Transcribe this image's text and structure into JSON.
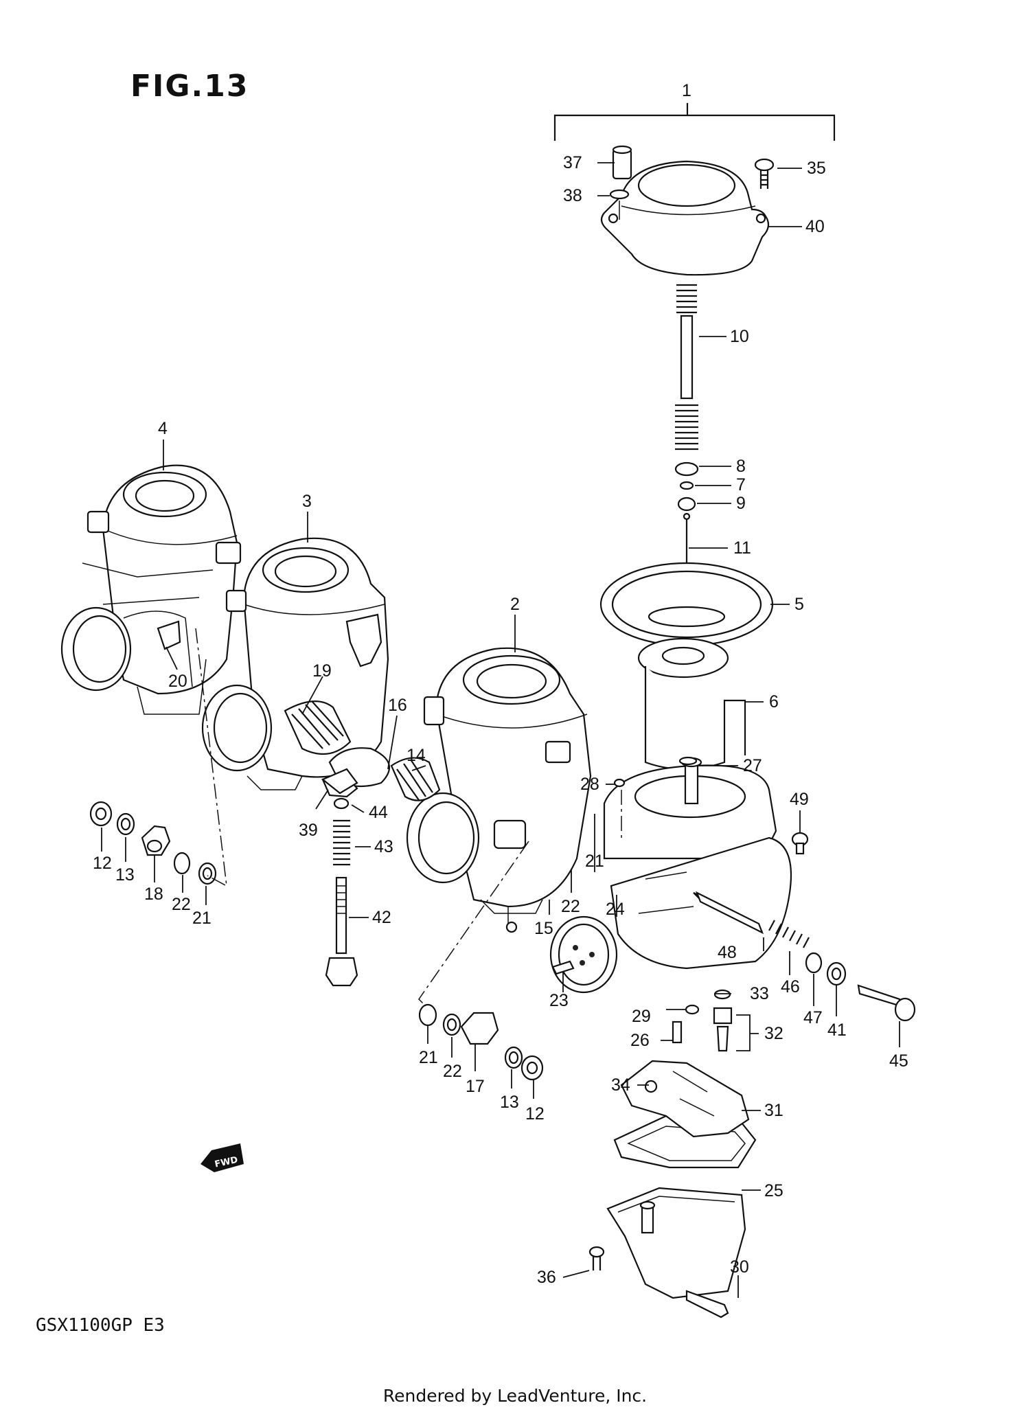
{
  "figure": {
    "title": "FIG.13"
  },
  "model": {
    "label": "GSX1100GP E3"
  },
  "footer": {
    "text": "Rendered by LeadVenture, Inc."
  },
  "fwd_badge": {
    "text": "FWD"
  },
  "part_labels": [
    "1",
    "37",
    "35",
    "38",
    "40",
    "10",
    "8",
    "7",
    "9",
    "11",
    "5",
    "6",
    "27",
    "28",
    "49",
    "4",
    "3",
    "2",
    "19",
    "20",
    "16",
    "14",
    "44",
    "39",
    "43",
    "42",
    "12",
    "13",
    "18",
    "22",
    "21",
    "21",
    "22",
    "15",
    "24",
    "48",
    "46",
    "47",
    "41",
    "45",
    "23",
    "33",
    "29",
    "32",
    "26",
    "21",
    "22",
    "17",
    "13",
    "12",
    "34",
    "31",
    "25",
    "30",
    "36"
  ]
}
